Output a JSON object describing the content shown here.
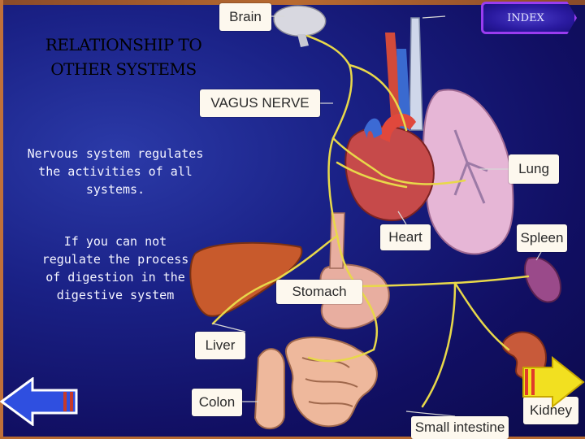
{
  "slide": {
    "title": "RELATIONSHIP TO OTHER SYSTEMS",
    "paragraph_1": "Nervous system regulates the activities of all systems.",
    "paragraph_2": "If you can not regulate the process of digestion in the digestive system"
  },
  "diagram": {
    "labels": {
      "brain": "Brain",
      "vagus_nerve": "VAGUS NERVE",
      "lung": "Lung",
      "heart": "Heart",
      "spleen": "Spleen",
      "stomach": "Stomach",
      "liver": "Liver",
      "colon": "Colon",
      "kidney": "Kidney",
      "small_intestine": "Small intestine"
    }
  },
  "navigation": {
    "index_label": "INDEX",
    "back_icon": "left-arrow-icon",
    "next_icon": "right-arrow-icon"
  },
  "colors": {
    "background": "#1a2186",
    "nerve": "#e8d84a",
    "label_background": "#fdf8ee",
    "index_button": "#2a1aa0",
    "back_arrow": "#2f4fe0",
    "next_arrow": "#f2e020"
  }
}
